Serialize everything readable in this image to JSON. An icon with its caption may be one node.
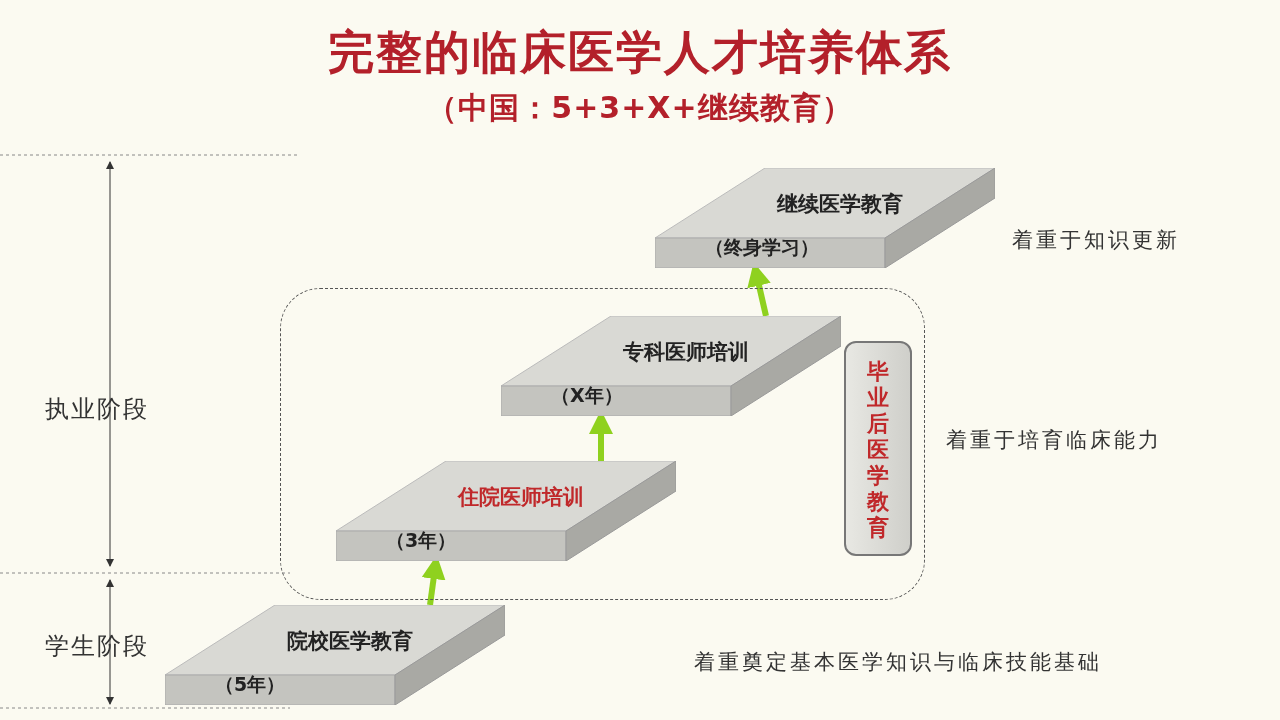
{
  "diagram": {
    "title": "完整的临床医学人才培养体系",
    "nodes": [
      {
        "text": [
          "继续医学教育",
          "（终身学习）"
        ]
      },
      {
        "text": [],
        "shape": "box"
      },
      {
        "text": [
          "专科医师培训",
          "（X年）"
        ],
        "in": 1
      },
      {
        "text": [
          "住院医师培训",
          "（3年）"
        ],
        "in": 1
      },
      {
        "text": [
          "毕业后医学教育"
        ],
        "in": 1
      },
      {
        "text": [
          "院校医学教育",
          "（5年）"
        ]
      }
    ],
    "edges": [
      {
        "from": 5,
        "to": 3,
        "arrow": "to"
      },
      {
        "from": 3,
        "to": 2,
        "arrow": "to"
      },
      {
        "from": 2,
        "to": 0,
        "arrow": "to"
      }
    ],
    "labels": [
      "（中国：5+3+X+继续教育）",
      "执业阶段",
      "学生阶段",
      "着重于知识更新",
      "着重于培育临床能力",
      "着重奠定基本医学知识与临床技能基础"
    ]
  }
}
